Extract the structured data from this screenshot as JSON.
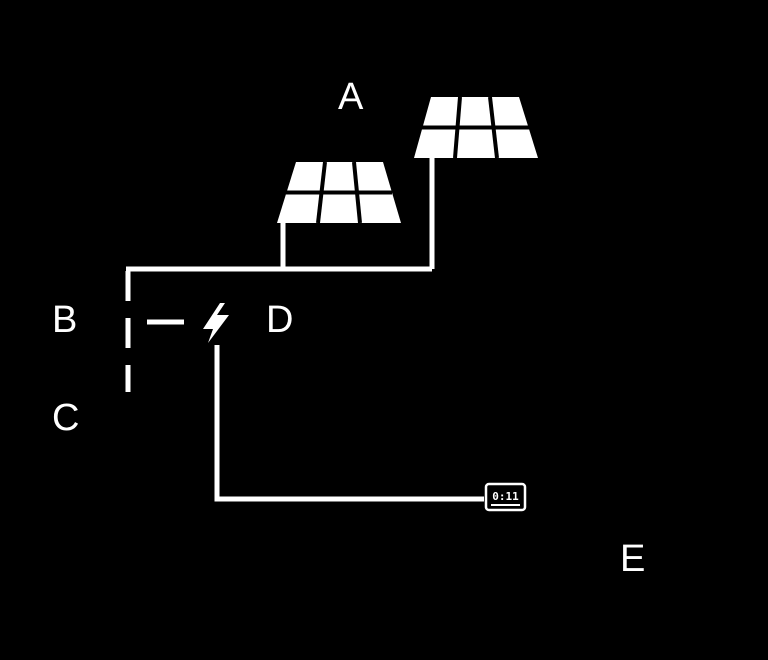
{
  "diagram": {
    "background_color": "#000000",
    "foreground_color": "#ffffff",
    "labels": {
      "a": "A",
      "b": "B",
      "c": "C",
      "d": "D",
      "e": "E"
    },
    "meter": {
      "display": "0:11"
    },
    "icons": [
      "solar-panel-icon",
      "solar-panel-icon",
      "lightning-bolt-icon",
      "energy-meter-icon"
    ]
  }
}
